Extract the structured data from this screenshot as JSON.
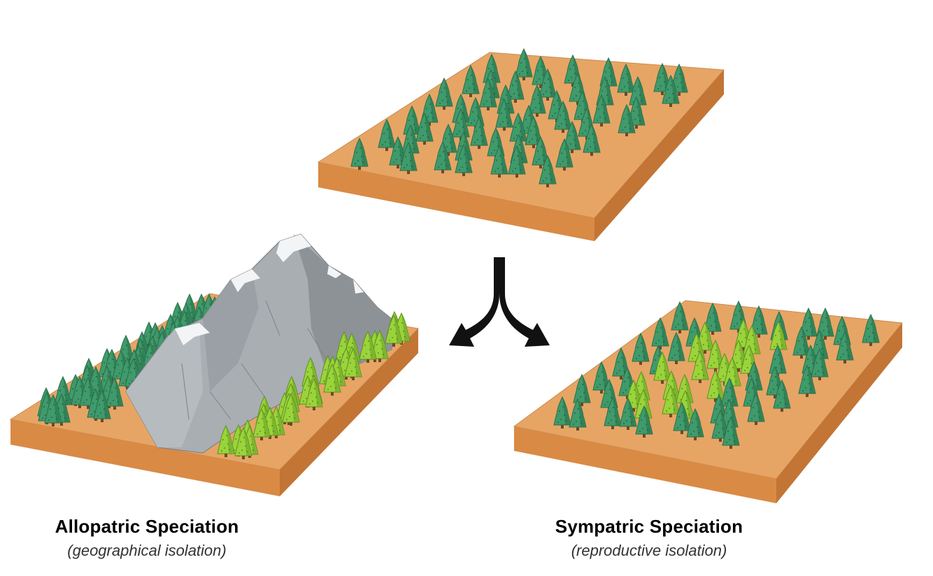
{
  "captions": {
    "allopatric": {
      "title": "Allopatric Speciation",
      "subtitle": "(geographical isolation)"
    },
    "sympatric": {
      "title": "Sympatric Speciation",
      "subtitle": "(reproductive isolation)"
    }
  },
  "colors": {
    "ground_top": "#e6a565",
    "ground_side_front": "#d98a45",
    "ground_side_right": "#c27535",
    "tree_dark": "#3f9a6c",
    "tree_dark_shade": "#2e7a52",
    "tree_light": "#9ad43a",
    "tree_light_shade": "#6fa82a",
    "mountain": "#a9aeb3",
    "mountain_shade": "#8d9297",
    "snow": "#f2f4f6",
    "arrow": "#111111"
  },
  "icons": {
    "split_arrow": "split-arrow-icon"
  }
}
